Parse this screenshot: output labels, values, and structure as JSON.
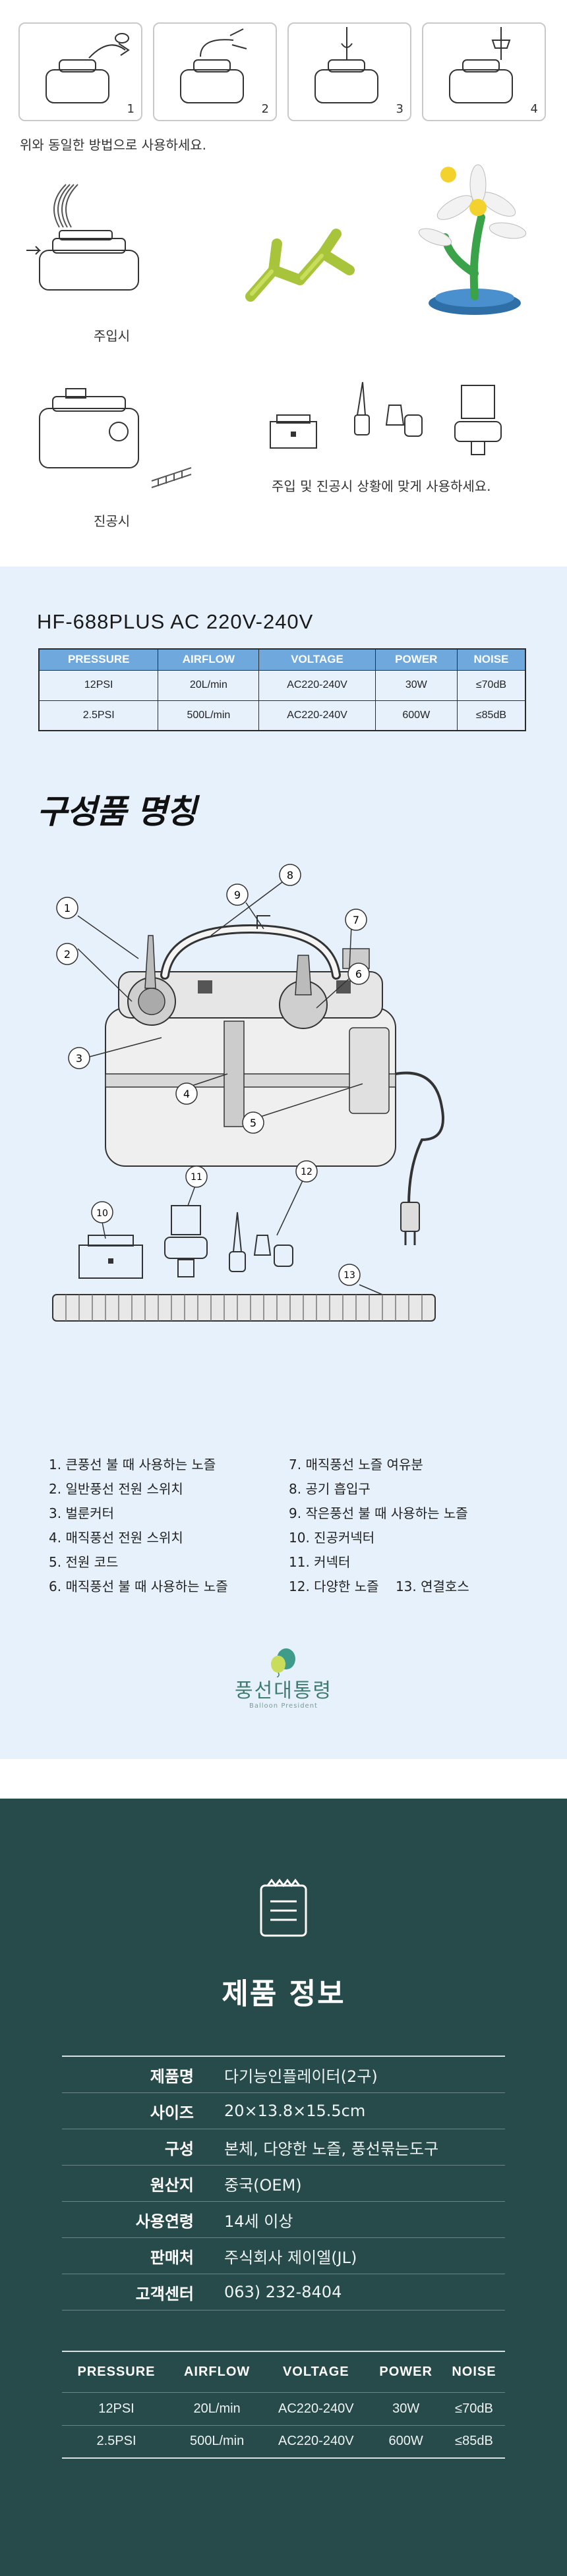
{
  "usage": {
    "steps": [
      "1",
      "2",
      "3",
      "4"
    ],
    "instruction": "위와 동일한 방법으로 사용하세요.",
    "inflate_label": "주입시",
    "vacuum_label": "진공시",
    "nozzle_note": "주입 및 진공시 상황에 맞게 사용하세요."
  },
  "specs": {
    "model": "HF-688PLUS  AC 220V-240V",
    "headers": [
      "PRESSURE",
      "AIRFLOW",
      "VOLTAGE",
      "POWER",
      "NOISE"
    ],
    "rows": [
      [
        "12PSI",
        "20L/min",
        "AC220-240V",
        "30W",
        "≤70dB"
      ],
      [
        "2.5PSI",
        "500L/min",
        "AC220-240V",
        "600W",
        "≤85dB"
      ]
    ],
    "header_color": "#6ea8dc"
  },
  "parts": {
    "title": "구성품 명칭",
    "callouts": [
      "1",
      "2",
      "3",
      "4",
      "5",
      "6",
      "7",
      "8",
      "9",
      "10",
      "11",
      "12",
      "13"
    ],
    "left": [
      "1. 큰풍선 불 때 사용하는 노즐",
      "2. 일반풍선 전원 스위치",
      "3. 벌룬커터",
      "4. 매직풍선 전원 스위치",
      "5. 전원 코드",
      "6. 매직풍선 불 때 사용하는 노즐"
    ],
    "right": [
      "7. 매직풍선 노즐 여유분",
      "8. 공기 흡입구",
      "9. 작은풍선 불 때 사용하는 노즐",
      "10. 진공커넥터",
      "11. 커넥터",
      "12. 다양한 노즐    13. 연결호스"
    ]
  },
  "brand": {
    "name": "풍선대통령",
    "sub": "Balloon President",
    "color": "#3f7c6f"
  },
  "product_info": {
    "title": "제품 정보",
    "rows": [
      {
        "label": "제품명",
        "value": "다기능인플레이터(2구)"
      },
      {
        "label": "사이즈",
        "value": "20×13.8×15.5cm"
      },
      {
        "label": "구성",
        "value": "본체, 다양한 노즐, 풍선묶는도구"
      },
      {
        "label": "원산지",
        "value": "중국(OEM)"
      },
      {
        "label": "사용연령",
        "value": "14세 이상"
      },
      {
        "label": "판매처",
        "value": "주식회사 제이엘(JL)"
      },
      {
        "label": "고객센터",
        "value": "063) 232-8404"
      }
    ],
    "bg_color": "#264b4a"
  }
}
